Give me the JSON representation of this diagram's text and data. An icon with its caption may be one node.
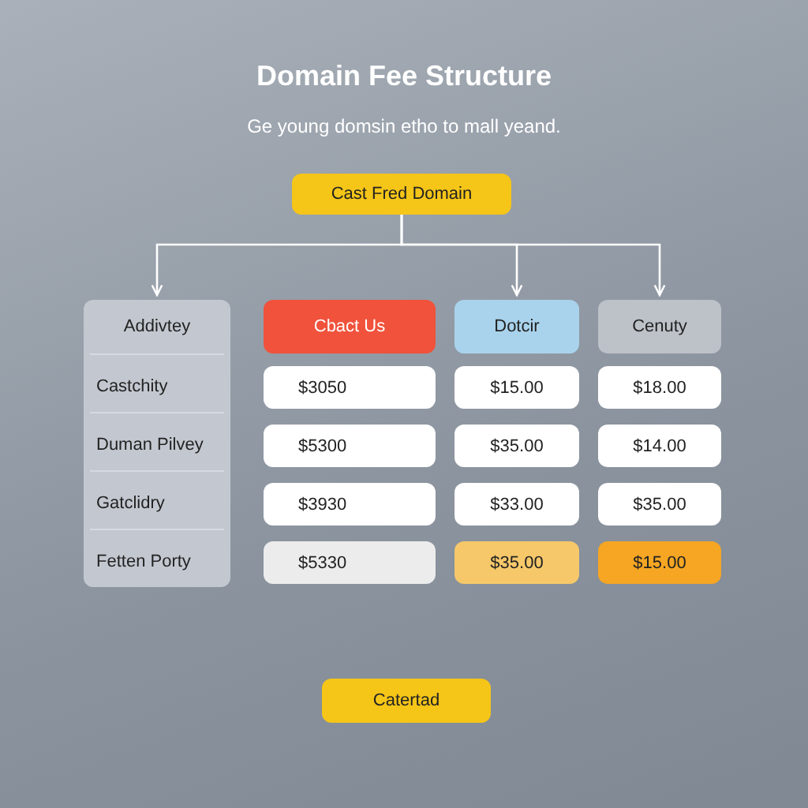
{
  "diagram": {
    "title": "Domain Fee Structure",
    "nodes": [
      {
        "text": [
          "Cast Fred Domain"
        ]
      },
      {
        "text": [
          "Addivtey",
          "Castchity",
          "Duman Pilvey",
          "Gatclidry",
          "Fetten Porty"
        ]
      },
      {
        "text": [
          "Cbact Us"
        ]
      },
      {
        "text": [
          "Dotcir"
        ]
      },
      {
        "text": [
          "Cenuty"
        ]
      },
      {
        "text": [
          "$3050"
        ]
      },
      {
        "text": [
          "$15.00"
        ]
      },
      {
        "text": [
          "$18.00"
        ]
      },
      {
        "text": [
          "$5300"
        ]
      },
      {
        "text": [
          "$35.00"
        ]
      },
      {
        "text": [
          "$14.00"
        ]
      },
      {
        "text": [
          "$3930"
        ]
      },
      {
        "text": [
          "$33.00"
        ]
      },
      {
        "text": [
          "$35.00"
        ]
      },
      {
        "text": [
          "$5330"
        ]
      },
      {
        "text": [
          "$35.00"
        ]
      },
      {
        "text": [
          "$15.00"
        ]
      },
      {
        "text": [
          "Catertad"
        ]
      }
    ],
    "edges": [
      {
        "from": 0,
        "to": 1,
        "arrow": "to"
      },
      {
        "from": 0,
        "to": 3,
        "arrow": "to"
      },
      {
        "from": 0,
        "to": 4,
        "arrow": "to"
      }
    ],
    "labels": [
      "Ge young domsin etho to mall yeand."
    ]
  }
}
